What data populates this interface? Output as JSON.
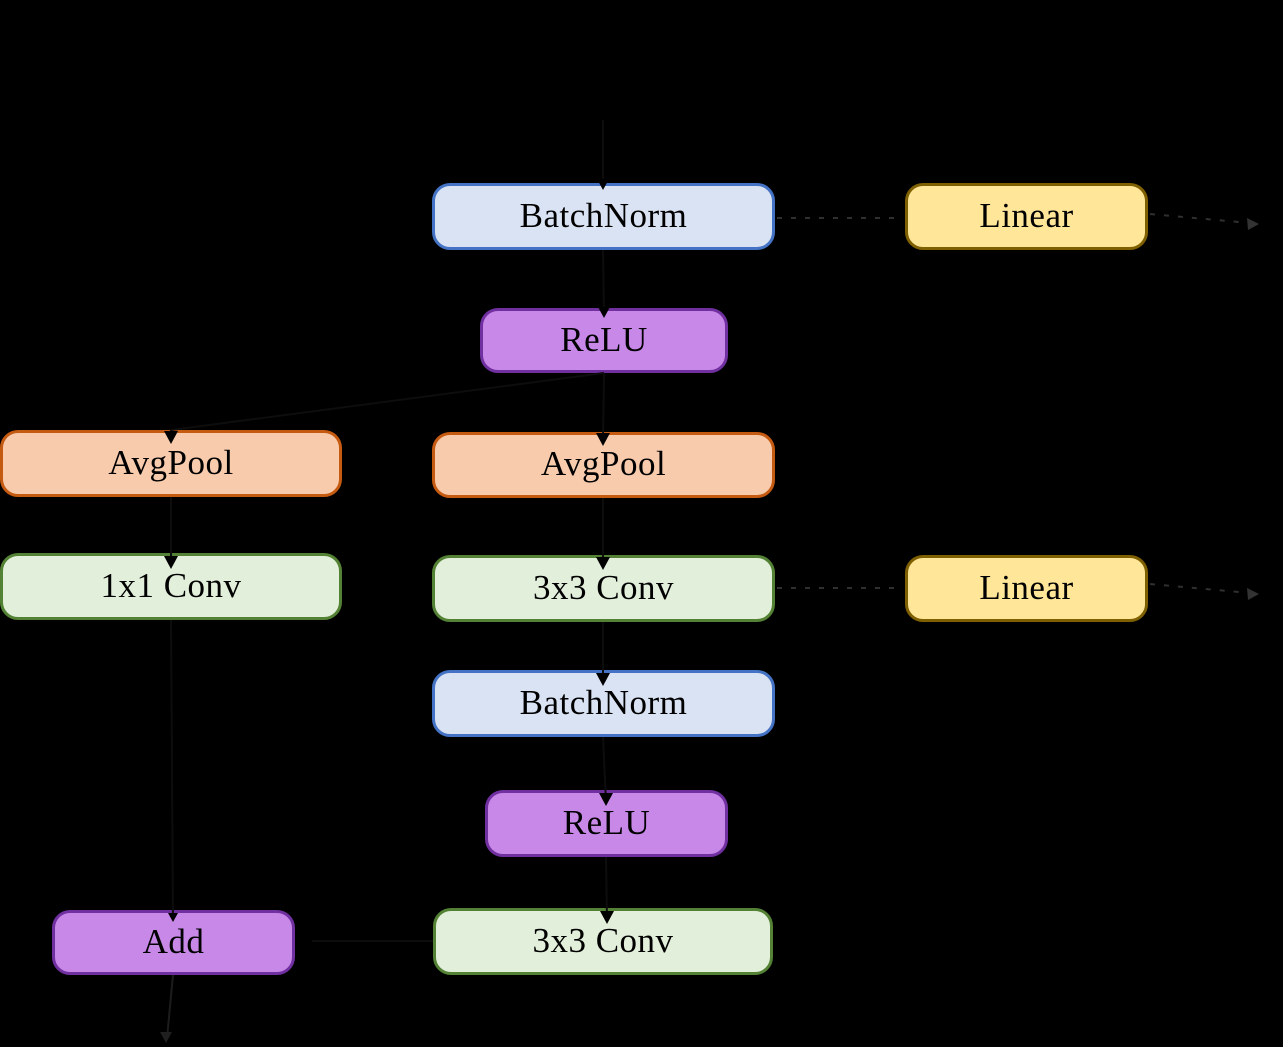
{
  "diagram": {
    "type": "neural-network-block-flowchart",
    "background": "#000000",
    "nodes": [
      {
        "id": "batchnorm-1",
        "label": "BatchNorm",
        "type": "batchnorm"
      },
      {
        "id": "linear-1",
        "label": "Linear",
        "type": "linear"
      },
      {
        "id": "relu-1",
        "label": "ReLU",
        "type": "relu"
      },
      {
        "id": "avgpool-left",
        "label": "AvgPool",
        "type": "avgpool"
      },
      {
        "id": "avgpool-mid",
        "label": "AvgPool",
        "type": "avgpool"
      },
      {
        "id": "conv-1x1-left",
        "label": "1x1 Conv",
        "type": "conv"
      },
      {
        "id": "conv-3x3-mid",
        "label": "3x3 Conv",
        "type": "conv"
      },
      {
        "id": "linear-2",
        "label": "Linear",
        "type": "linear"
      },
      {
        "id": "batchnorm-2",
        "label": "BatchNorm",
        "type": "batchnorm"
      },
      {
        "id": "relu-2",
        "label": "ReLU",
        "type": "relu"
      },
      {
        "id": "add",
        "label": "Add",
        "type": "add"
      },
      {
        "id": "conv-3x3-bottom",
        "label": "3x3 Conv",
        "type": "conv"
      }
    ],
    "edges": [
      {
        "from": "above",
        "to": "batchnorm-1",
        "style": "solid-arrow"
      },
      {
        "from": "batchnorm-1",
        "to": "relu-1",
        "style": "solid-arrow"
      },
      {
        "from": "relu-1",
        "to": "avgpool-mid",
        "style": "solid-arrow"
      },
      {
        "from": "relu-1",
        "to": "avgpool-left",
        "style": "solid-arrow"
      },
      {
        "from": "avgpool-mid",
        "to": "conv-3x3-mid",
        "style": "solid-arrow"
      },
      {
        "from": "avgpool-left",
        "to": "conv-1x1-left",
        "style": "solid-arrow"
      },
      {
        "from": "conv-3x3-mid",
        "to": "batchnorm-2",
        "style": "solid-arrow"
      },
      {
        "from": "batchnorm-2",
        "to": "relu-2",
        "style": "solid-arrow"
      },
      {
        "from": "relu-2",
        "to": "conv-3x3-bottom",
        "style": "solid-arrow"
      },
      {
        "from": "conv-1x1-left",
        "to": "add",
        "style": "solid-arrow"
      },
      {
        "from": "conv-3x3-bottom",
        "to": "add",
        "style": "solid-arrow"
      },
      {
        "from": "add",
        "to": "below",
        "style": "solid-arrow"
      },
      {
        "from": "batchnorm-1",
        "to": "linear-1",
        "style": "dashed"
      },
      {
        "from": "linear-1",
        "to": "off-canvas-right",
        "style": "dashed-arrow"
      },
      {
        "from": "conv-3x3-mid",
        "to": "linear-2",
        "style": "dashed"
      },
      {
        "from": "linear-2",
        "to": "off-canvas-right",
        "style": "dashed-arrow"
      }
    ],
    "colors": {
      "background": "#000000",
      "text": "#000000",
      "batchnorm_fill": "#dae3f3",
      "batchnorm_border": "#4472c4",
      "relu_fill": "#c888e8",
      "relu_border": "#7030a0",
      "avgpool_fill": "#f8cbad",
      "avgpool_border": "#c55a11",
      "conv_fill": "#e2efda",
      "conv_border": "#548235",
      "linear_fill": "#ffe699",
      "linear_border": "#7f6000",
      "dashed_edge": "#2f2f2f",
      "solid_edge": "#000000"
    }
  }
}
